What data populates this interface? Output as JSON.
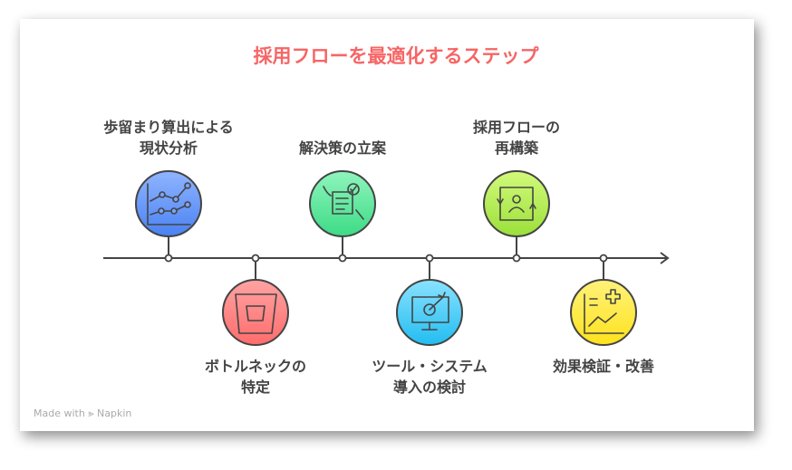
{
  "title": "採用フローを最適化するステップ",
  "steps": [
    {
      "lines": [
        "歩留まり算出による",
        "現状分析"
      ],
      "icon": "line-chart-icon",
      "color": "#5b8ff9"
    },
    {
      "lines": [
        "ボトルネックの",
        "特定"
      ],
      "icon": "bucket-icon",
      "color": "#ff7b7b"
    },
    {
      "lines": [
        "解決策の立案"
      ],
      "icon": "checklist-hands-icon",
      "color": "#4fe08f"
    },
    {
      "lines": [
        "ツール・システム",
        "導入の検討"
      ],
      "icon": "monitor-target-icon",
      "color": "#3fc8f5"
    },
    {
      "lines": [
        "採用フローの",
        "再構築"
      ],
      "icon": "user-cycle-icon",
      "color": "#a6e53c"
    },
    {
      "lines": [
        "効果検証・改善"
      ],
      "icon": "chart-plus-icon",
      "color": "#ffe43a"
    }
  ],
  "brand": "Made with ⪢ Napkin"
}
